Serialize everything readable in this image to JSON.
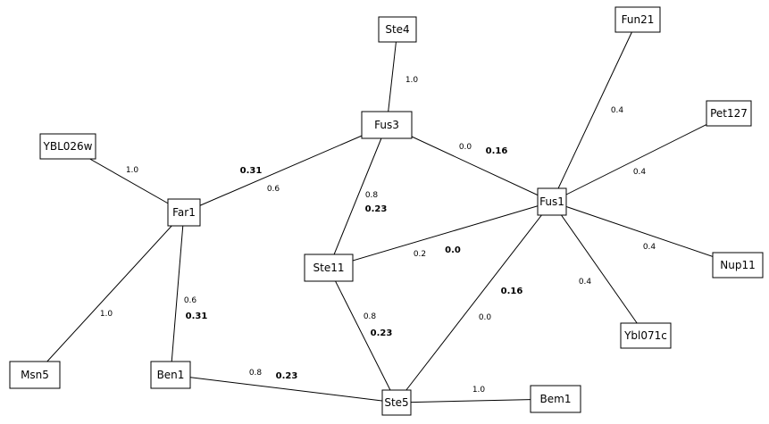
{
  "nodes": [
    {
      "id": "Ste4",
      "label": "Ste4"
    },
    {
      "id": "Fun21",
      "label": "Fun21"
    },
    {
      "id": "Pet127",
      "label": "Pet127"
    },
    {
      "id": "Fus3",
      "label": "Fus3"
    },
    {
      "id": "YBL026w",
      "label": "YBL026w"
    },
    {
      "id": "Far1",
      "label": "Far1"
    },
    {
      "id": "Fus1",
      "label": "Fus1"
    },
    {
      "id": "Ste11",
      "label": "Ste11"
    },
    {
      "id": "Nup11",
      "label": "Nup11"
    },
    {
      "id": "Ybl071c",
      "label": "Ybl071c"
    },
    {
      "id": "Msn5",
      "label": "Msn5"
    },
    {
      "id": "Ben1",
      "label": "Ben1"
    },
    {
      "id": "Ste5",
      "label": "Ste5"
    },
    {
      "id": "Bem1",
      "label": "Bem1"
    }
  ],
  "edges": [
    {
      "id": "ste4-fus3",
      "from": "Ste4",
      "to": "Fus3",
      "weight": "1.0",
      "score": ""
    },
    {
      "id": "fun21-fus1",
      "from": "Fun21",
      "to": "Fus1",
      "weight": "0.4",
      "score": ""
    },
    {
      "id": "pet127-fus1",
      "from": "Pet127",
      "to": "Fus1",
      "weight": "0.4",
      "score": ""
    },
    {
      "id": "fus3-fus1",
      "from": "Fus3",
      "to": "Fus1",
      "weight": "0.0",
      "score": "0.16"
    },
    {
      "id": "ybl026w-far1",
      "from": "YBL026w",
      "to": "Far1",
      "weight": "1.0",
      "score": ""
    },
    {
      "id": "far1-fus3",
      "from": "Far1",
      "to": "Fus3",
      "weight": "0.6",
      "score": "0.31"
    },
    {
      "id": "fus3-ste11",
      "from": "Fus3",
      "to": "Ste11",
      "weight": "0.8",
      "score": "0.23"
    },
    {
      "id": "ste11-fus1",
      "from": "Ste11",
      "to": "Fus1",
      "weight": "0.2",
      "score": "0.0"
    },
    {
      "id": "fus1-nup11",
      "from": "Fus1",
      "to": "Nup11",
      "weight": "0.4",
      "score": ""
    },
    {
      "id": "fus1-ybl071c",
      "from": "Fus1",
      "to": "Ybl071c",
      "weight": "0.4",
      "score": ""
    },
    {
      "id": "far1-msn5",
      "from": "Far1",
      "to": "Msn5",
      "weight": "1.0",
      "score": ""
    },
    {
      "id": "far1-ben1",
      "from": "Far1",
      "to": "Ben1",
      "weight": "0.6",
      "score": "0.31"
    },
    {
      "id": "ste11-ste5",
      "from": "Ste11",
      "to": "Ste5",
      "weight": "0.8",
      "score": "0.23"
    },
    {
      "id": "fus1-ste5",
      "from": "Fus1",
      "to": "Ste5",
      "weight": "0.0",
      "score": "0.16"
    },
    {
      "id": "ben1-ste5",
      "from": "Ben1",
      "to": "Ste5",
      "weight": "0.8",
      "score": "0.23"
    },
    {
      "id": "ste5-bem1",
      "from": "Ste5",
      "to": "Bem1",
      "weight": "1.0",
      "score": ""
    }
  ]
}
